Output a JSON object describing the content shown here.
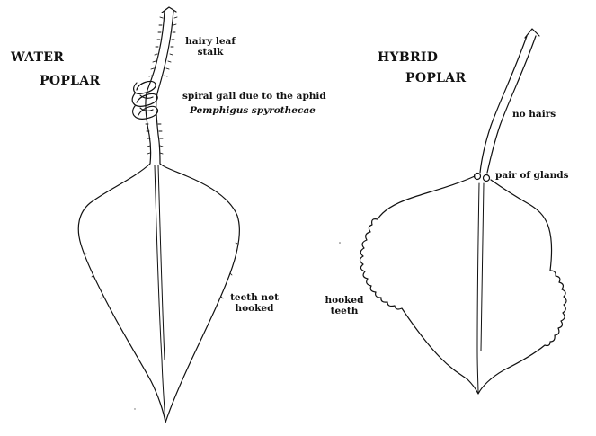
{
  "water_poplar": {
    "title_line1": "WATER",
    "title_line2": "POPLAR",
    "hairy_stalk": "hairy leaf\nstalk",
    "gall_line1": "spiral gall due to the aphid",
    "gall_species": "Pemphigus spyrothecae",
    "teeth": "teeth not\nhooked"
  },
  "hybrid_poplar": {
    "title_line1": "HYBRID",
    "title_line2": "POPLAR",
    "no_hairs": "no hairs",
    "glands": "pair of glands",
    "hooked_teeth": "hooked\nteeth"
  }
}
